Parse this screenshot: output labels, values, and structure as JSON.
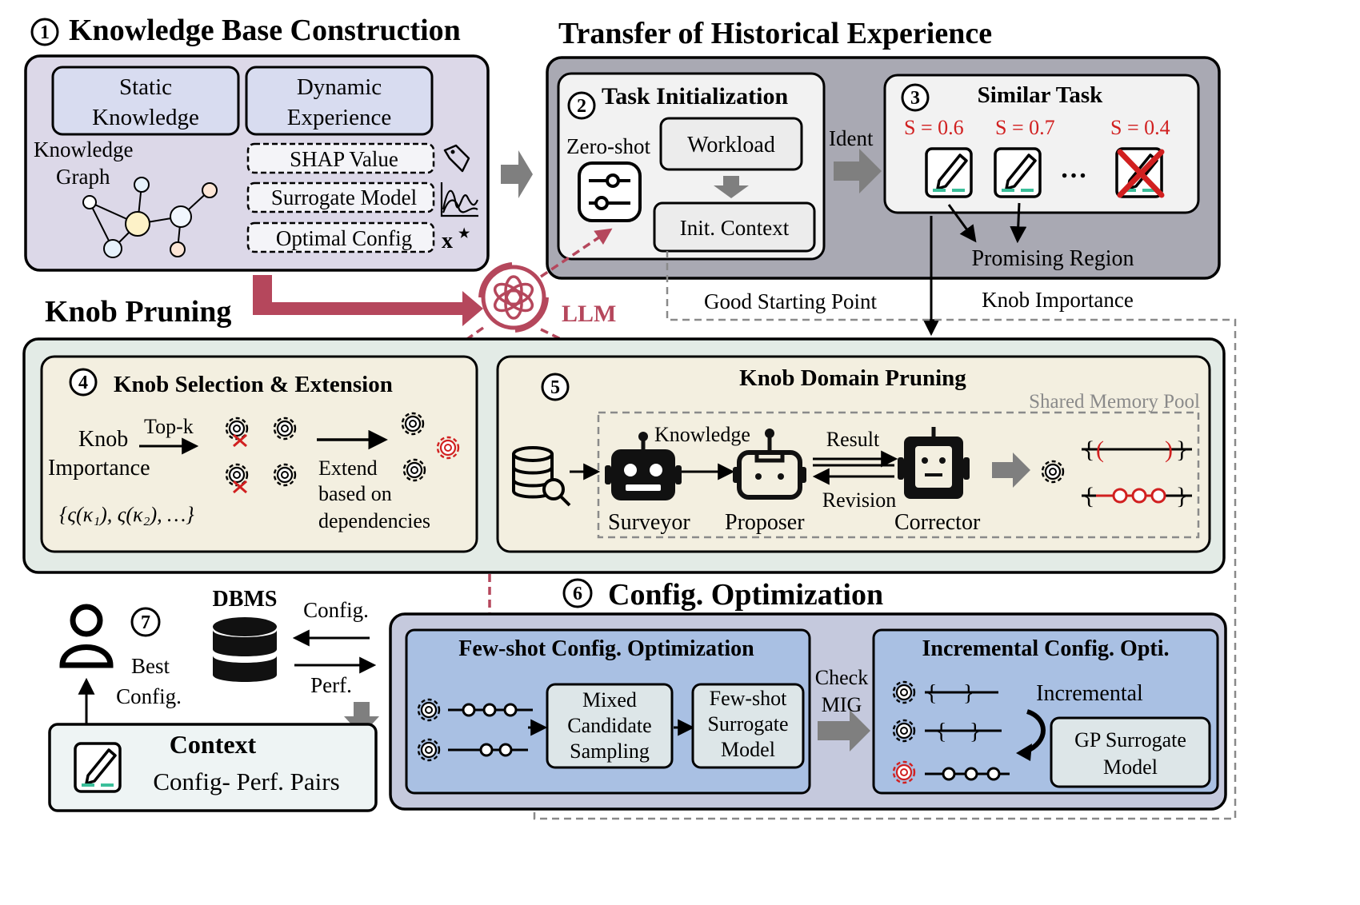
{
  "sections": {
    "kb_title": "Knowledge Base Construction",
    "transfer_title": "Transfer of Historical Experience",
    "pruning_title": "Knob Pruning",
    "config_title": "Config. Optimization"
  },
  "step_numbers": [
    "1",
    "2",
    "3",
    "4",
    "5",
    "6",
    "7"
  ],
  "kb": {
    "static_line1": "Static",
    "static_line2": "Knowledge",
    "dynamic_line1": "Dynamic",
    "dynamic_line2": "Experience",
    "graph_line1": "Knowledge",
    "graph_line2": "Graph",
    "shap": "SHAP Value",
    "surrogate": "Surrogate Model",
    "optimal": "Optimal Config",
    "xstar": "x"
  },
  "transfer": {
    "task_init": "Task Initialization",
    "zero_shot": "Zero-shot",
    "workload": "Workload",
    "init_context": "Init. Context",
    "ident": "Ident",
    "similar_task": "Similar Task",
    "scores": [
      "S = 0.6",
      "S = 0.7",
      "S = 0.4"
    ],
    "ellipsis": "…",
    "promising": "Promising Region",
    "good_start": "Good Starting Point",
    "knob_importance": "Knob Importance"
  },
  "llm_label": "LLM",
  "pruning": {
    "selection_title": "Knob Selection & Extension",
    "knob": "Knob",
    "importance": "Importance",
    "topk": "Top-k",
    "formula": "{ς(κ₁), ς(κ₂), …}",
    "extend1": "Extend",
    "extend2": "based on",
    "extend3": "dependencies",
    "domain_title": "Knob Domain Pruning",
    "shared_memory": "Shared Memory Pool",
    "knowledge": "Knowledge",
    "result": "Result",
    "revision": "Revision",
    "surveyor": "Surveyor",
    "proposer": "Proposer",
    "corrector": "Corrector"
  },
  "optimization": {
    "dbms": "DBMS",
    "config": "Config.",
    "perf": "Perf.",
    "best1": "Best",
    "best2": "Config.",
    "context": "Context",
    "pairs": "Config- Perf.  Pairs",
    "fewshot_title": "Few-shot Config. Optimization",
    "mixed1": "Mixed",
    "mixed2": "Candidate",
    "mixed3": "Sampling",
    "fsm1": "Few-shot",
    "fsm2": "Surrogate",
    "fsm3": "Model",
    "check": "Check",
    "mig": "MIG",
    "incr_title": "Incremental Config. Opti.",
    "incremental": "Incremental",
    "gp1": "GP Surrogate",
    "gp2": "Model"
  },
  "colors": {
    "kb_fill": "#dcd8e8",
    "transfer_fill": "#a9a9b3",
    "pruning_fill": "#e3ebe6",
    "cream": "#f3efe0",
    "config_fill": "#c5c9dd",
    "blue_box": "#a9c0e3",
    "llm_red": "#b5475c",
    "score_red": "#d12020",
    "teal": "#3bbf9a"
  }
}
